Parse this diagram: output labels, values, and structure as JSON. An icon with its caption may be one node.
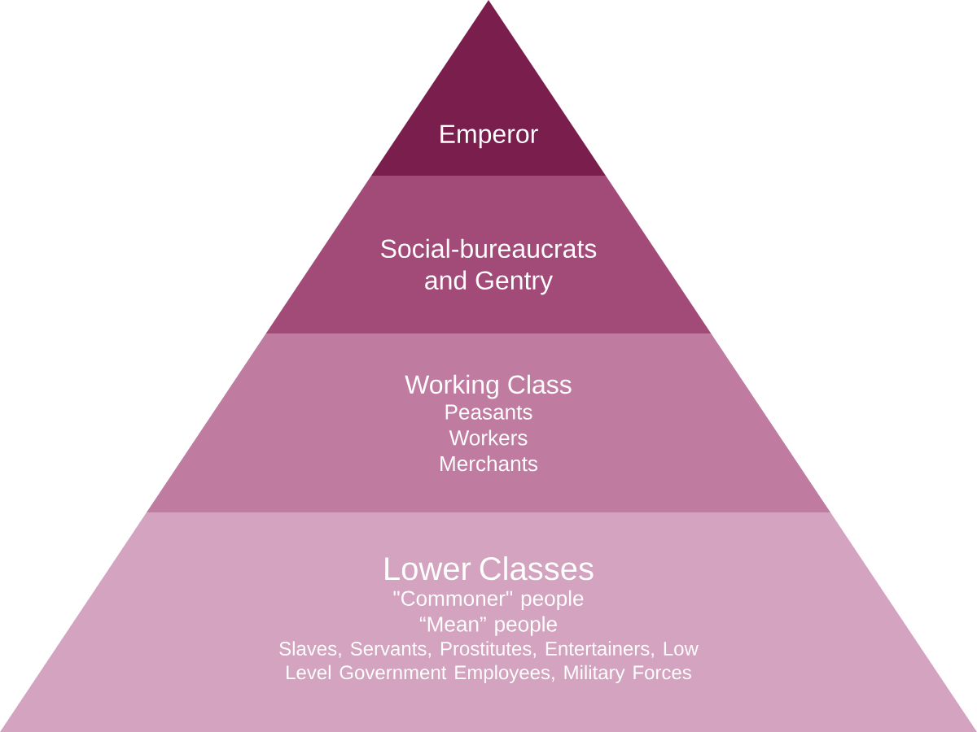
{
  "diagram": {
    "nodes": [
      {
        "text": [
          "Emperor"
        ]
      },
      {
        "text": [
          "Social-bureaucrats and Gentry"
        ]
      },
      {
        "text": [
          "Working Class",
          "Peasants",
          "Workers",
          "Merchants"
        ]
      },
      {
        "text": [
          "Lower Classes",
          "\"Commoner\" people",
          "“Mean” people",
          "Slaves, Servants, Prostitutes, Entertainers, Low Level Government Employees, Military Forces"
        ]
      }
    ]
  }
}
